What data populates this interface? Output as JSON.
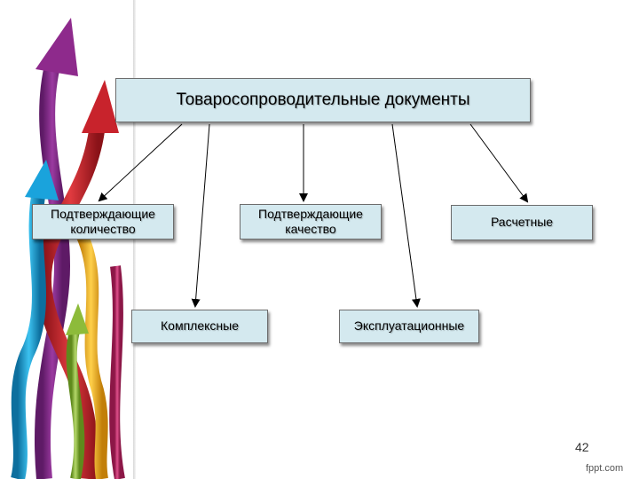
{
  "diagram": {
    "root": "Товаросопроводительные документы",
    "nodes": [
      {
        "lines": [
          "Подтверждающие",
          "количество"
        ]
      },
      {
        "lines": [
          "Подтверждающие",
          "качество"
        ]
      },
      {
        "lines": [
          "Расчетные"
        ]
      },
      {
        "lines": [
          "Комплексные"
        ]
      },
      {
        "lines": [
          "Эксплуатационные"
        ]
      }
    ]
  },
  "page_number": "42",
  "watermark": "fppt.com",
  "colors": {
    "box_fill": "#d4e9ef",
    "box_border": "#6d6d6d",
    "ribbon_purple": "#8e2a8c",
    "ribbon_red": "#c8232c",
    "ribbon_blue": "#1aa3dc",
    "ribbon_yellow": "#f2b31b",
    "ribbon_green": "#8dbb3a",
    "ribbon_magenta": "#c02d6a"
  }
}
